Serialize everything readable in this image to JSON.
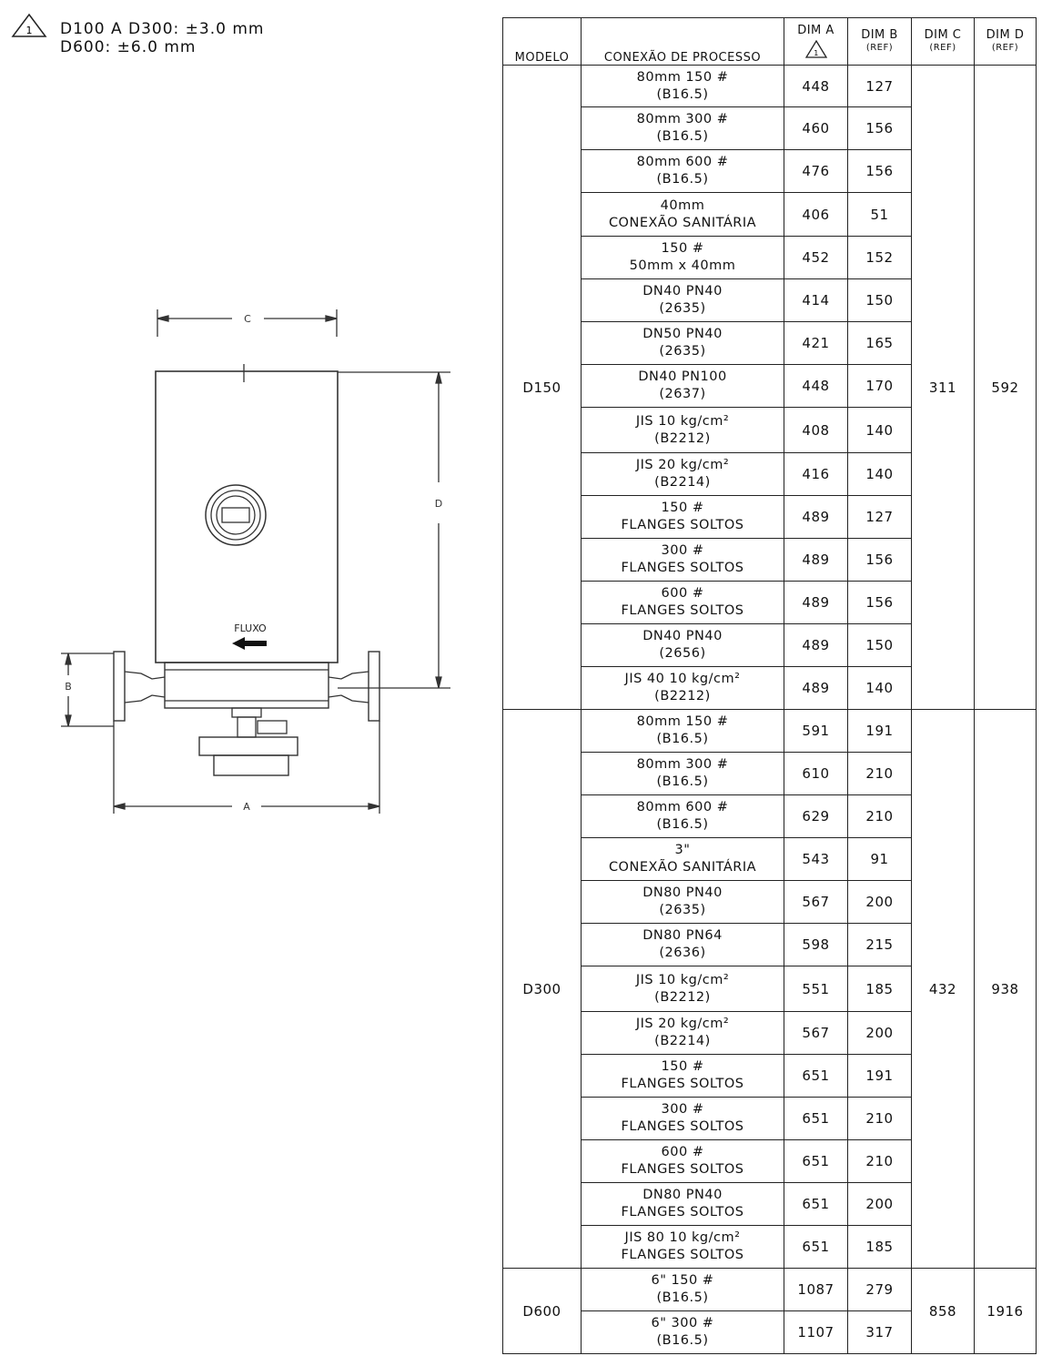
{
  "note": {
    "marker": "1",
    "line1": "D100 A D300: ±3.0 mm",
    "line2": "D600: ±6.0 mm"
  },
  "drawing": {
    "labels": {
      "c": "C",
      "d": "D",
      "b": "B",
      "a": "A",
      "flow": "FLUXO"
    }
  },
  "table": {
    "headers": {
      "model": "MODELO",
      "connection": "CONEXÃO DE PROCESSO",
      "dim_a": "DIM A",
      "dim_a_marker": "1",
      "dim_b": "DIM B",
      "dim_c": "DIM C",
      "dim_d": "DIM D",
      "ref": "(REF)"
    },
    "groups": [
      {
        "model": "D150",
        "dim_c": "311",
        "dim_d": "592",
        "rows": [
          {
            "l1": "80mm 150 #",
            "l2": "(B16.5)",
            "a": "448",
            "b": "127"
          },
          {
            "l1": "80mm 300 #",
            "l2": "(B16.5)",
            "a": "460",
            "b": "156"
          },
          {
            "l1": "80mm 600 #",
            "l2": "(B16.5)",
            "a": "476",
            "b": "156"
          },
          {
            "l1": "40mm",
            "l2": "CONEXÃO SANITÁRIA",
            "a": "406",
            "b": "51"
          },
          {
            "l1": "150 #",
            "l2": "50mm x 40mm",
            "a": "452",
            "b": "152"
          },
          {
            "l1": "DN40 PN40",
            "l2": "(2635)",
            "a": "414",
            "b": "150"
          },
          {
            "l1": "DN50 PN40",
            "l2": "(2635)",
            "a": "421",
            "b": "165"
          },
          {
            "l1": "DN40 PN100",
            "l2": "(2637)",
            "a": "448",
            "b": "170"
          },
          {
            "l1": "JIS 10 kg/cm²",
            "l2": "(B2212)",
            "a": "408",
            "b": "140"
          },
          {
            "l1": "JIS 20 kg/cm²",
            "l2": "(B2214)",
            "a": "416",
            "b": "140"
          },
          {
            "l1": "150 #",
            "l2": "FLANGES SOLTOS",
            "a": "489",
            "b": "127"
          },
          {
            "l1": "300 #",
            "l2": "FLANGES SOLTOS",
            "a": "489",
            "b": "156"
          },
          {
            "l1": "600 #",
            "l2": "FLANGES SOLTOS",
            "a": "489",
            "b": "156"
          },
          {
            "l1": "DN40 PN40",
            "l2": "(2656)",
            "a": "489",
            "b": "150"
          },
          {
            "l1": "JIS 40 10 kg/cm²",
            "l2": "(B2212)",
            "a": "489",
            "b": "140"
          }
        ]
      },
      {
        "model": "D300",
        "dim_c": "432",
        "dim_d": "938",
        "rows": [
          {
            "l1": "80mm 150 #",
            "l2": "(B16.5)",
            "a": "591",
            "b": "191"
          },
          {
            "l1": "80mm 300 #",
            "l2": "(B16.5)",
            "a": "610",
            "b": "210"
          },
          {
            "l1": "80mm 600 #",
            "l2": "(B16.5)",
            "a": "629",
            "b": "210"
          },
          {
            "l1": "3\"",
            "l2": "CONEXÃO SANITÁRIA",
            "a": "543",
            "b": "91"
          },
          {
            "l1": "DN80 PN40",
            "l2": "(2635)",
            "a": "567",
            "b": "200"
          },
          {
            "l1": "DN80 PN64",
            "l2": "(2636)",
            "a": "598",
            "b": "215"
          },
          {
            "l1": "JIS 10 kg/cm²",
            "l2": "(B2212)",
            "a": "551",
            "b": "185"
          },
          {
            "l1": "JIS 20 kg/cm²",
            "l2": "(B2214)",
            "a": "567",
            "b": "200"
          },
          {
            "l1": "150 #",
            "l2": "FLANGES SOLTOS",
            "a": "651",
            "b": "191"
          },
          {
            "l1": "300 #",
            "l2": "FLANGES SOLTOS",
            "a": "651",
            "b": "210"
          },
          {
            "l1": "600 #",
            "l2": "FLANGES SOLTOS",
            "a": "651",
            "b": "210"
          },
          {
            "l1": "DN80 PN40",
            "l2": "FLANGES SOLTOS",
            "a": "651",
            "b": "200"
          },
          {
            "l1": "JIS 80 10 kg/cm²",
            "l2": "FLANGES SOLTOS",
            "a": "651",
            "b": "185"
          }
        ]
      },
      {
        "model": "D600",
        "dim_c": "858",
        "dim_d": "1916",
        "rows": [
          {
            "l1": "6\" 150 #",
            "l2": "(B16.5)",
            "a": "1087",
            "b": "279"
          },
          {
            "l1": "6\" 300 #",
            "l2": "(B16.5)",
            "a": "1107",
            "b": "317"
          }
        ]
      }
    ]
  }
}
